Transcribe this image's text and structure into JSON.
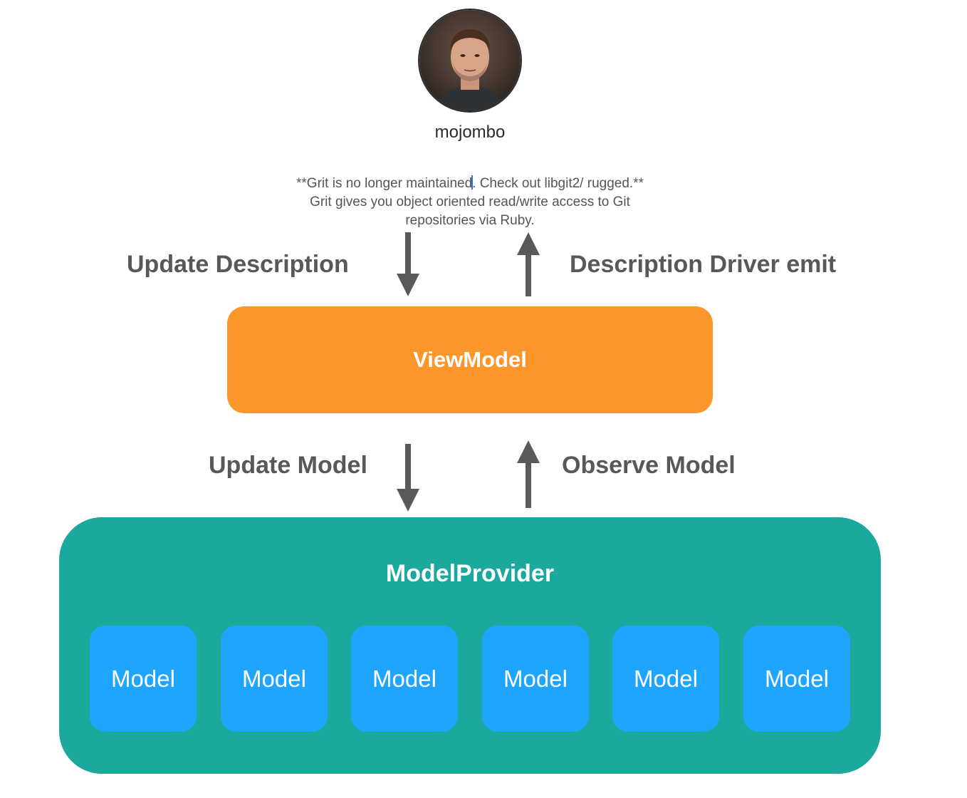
{
  "profile": {
    "avatar_icon": "user-avatar-photo",
    "username": "mojombo",
    "description_part1": "**Grit is no longer maintained",
    "description_part2": ". Check out libgit2/ rugged.** Grit gives you object oriented read/write access to Git repositories via Ruby."
  },
  "labels": {
    "update_description": "Update Description",
    "description_driver_emit": "Description Driver emit",
    "update_model": "Update Model",
    "observe_model": "Observe Model"
  },
  "viewmodel": {
    "label": "ViewModel",
    "color": "#fa962a"
  },
  "model_provider": {
    "title": "ModelProvider",
    "color": "#1aa99c",
    "models": [
      {
        "label": "Model"
      },
      {
        "label": "Model"
      },
      {
        "label": "Model"
      },
      {
        "label": "Model"
      },
      {
        "label": "Model"
      },
      {
        "label": "Model"
      }
    ],
    "model_color": "#1ea5ff"
  },
  "arrow_color": "#5a5a5a"
}
